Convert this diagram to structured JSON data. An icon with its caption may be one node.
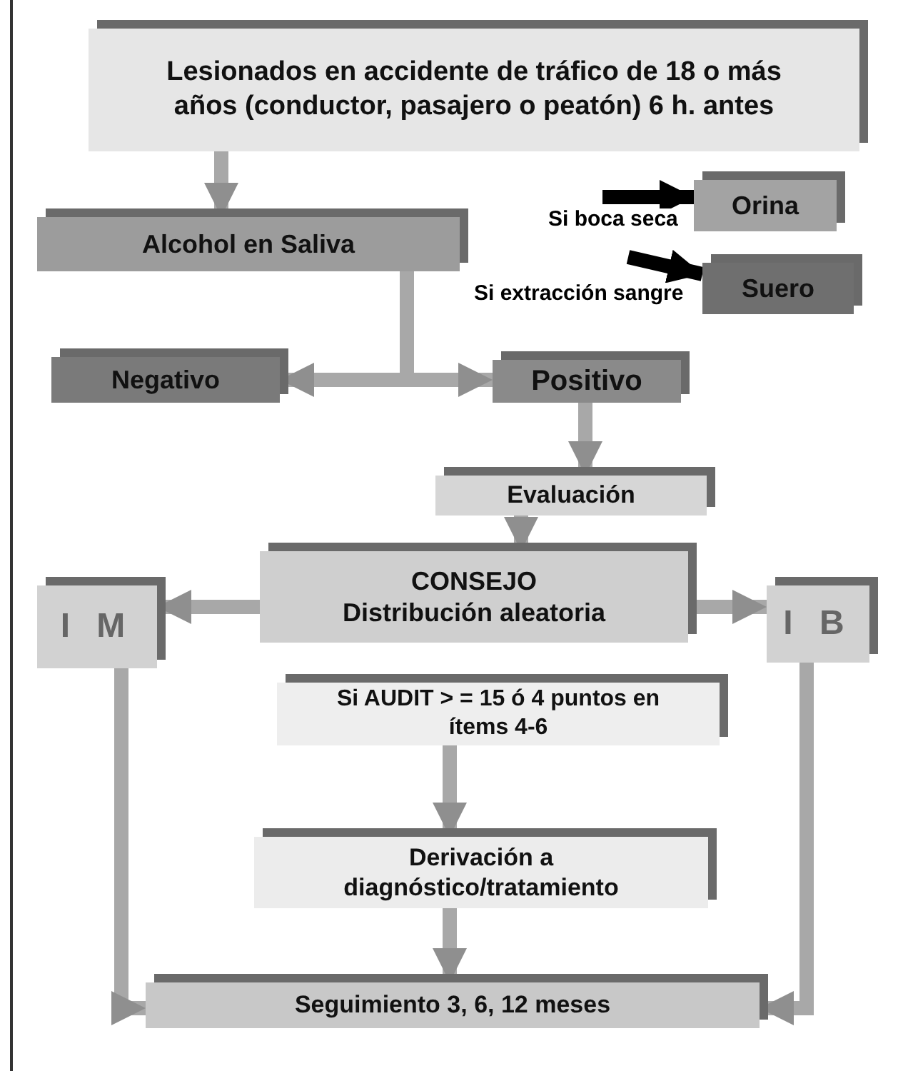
{
  "diagram": {
    "nodes": [
      {
        "text": [
          "Lesionados en accidente de tráfico de 18 o más años (conductor, pasajero o peatón) 6 h. antes"
        ]
      },
      {
        "text": [
          "Alcohol en Saliva"
        ]
      },
      {
        "text": [
          "Orina"
        ]
      },
      {
        "text": [
          "Suero"
        ]
      },
      {
        "text": [
          "Negativo"
        ]
      },
      {
        "text": [
          "Positivo"
        ]
      },
      {
        "text": [
          "Evaluación"
        ]
      },
      {
        "text": [
          "CONSEJO",
          "Distribución aleatoria"
        ]
      },
      {
        "text": [
          "I M"
        ]
      },
      {
        "text": [
          "I B"
        ]
      },
      {
        "text": [
          "Si AUDIT > = 15 ó 4 puntos en ítems 4-6"
        ]
      },
      {
        "text": [
          "Derivación a diagnóstico/tratamiento"
        ]
      },
      {
        "text": [
          "Seguimiento 3, 6, 12 meses"
        ]
      }
    ],
    "edges": [
      {
        "from": 0,
        "to": 1,
        "arrow": "to"
      },
      {
        "from": null,
        "to": 2,
        "arrow": "to",
        "label": "Si boca seca",
        "color": "#000000"
      },
      {
        "from": null,
        "to": 3,
        "arrow": "to",
        "label": "Si extracción sangre",
        "color": "#000000"
      },
      {
        "from": 1,
        "to": 4,
        "arrow": "to"
      },
      {
        "from": 1,
        "to": 5,
        "arrow": "to"
      },
      {
        "from": 5,
        "to": 6,
        "arrow": "to"
      },
      {
        "from": 6,
        "to": 7,
        "arrow": "to"
      },
      {
        "from": 7,
        "to": 8,
        "arrow": "to"
      },
      {
        "from": 7,
        "to": 9,
        "arrow": "to"
      },
      {
        "from": 10,
        "to": 11,
        "arrow": "to"
      },
      {
        "from": 11,
        "to": 12,
        "arrow": "to"
      },
      {
        "from": 8,
        "to": 12,
        "arrow": "to"
      },
      {
        "from": 9,
        "to": 12,
        "arrow": "to"
      }
    ]
  }
}
